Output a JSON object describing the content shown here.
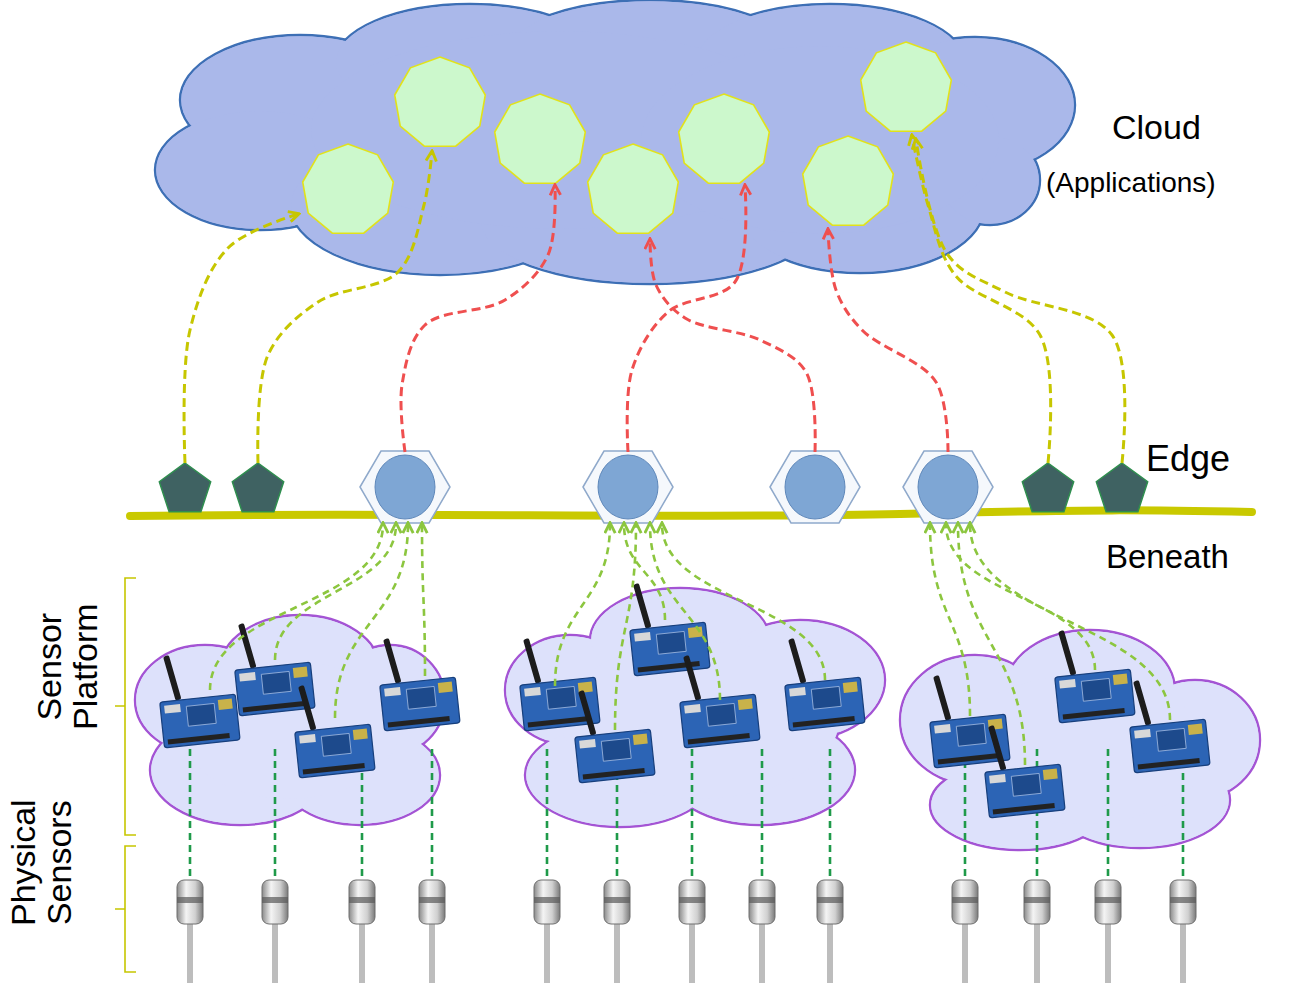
{
  "diagram": {
    "labels": [
      "Cloud",
      "(Applications)",
      "Edge",
      "Beneath",
      "Sensor Platform",
      "Physical Sensors"
    ]
  }
}
